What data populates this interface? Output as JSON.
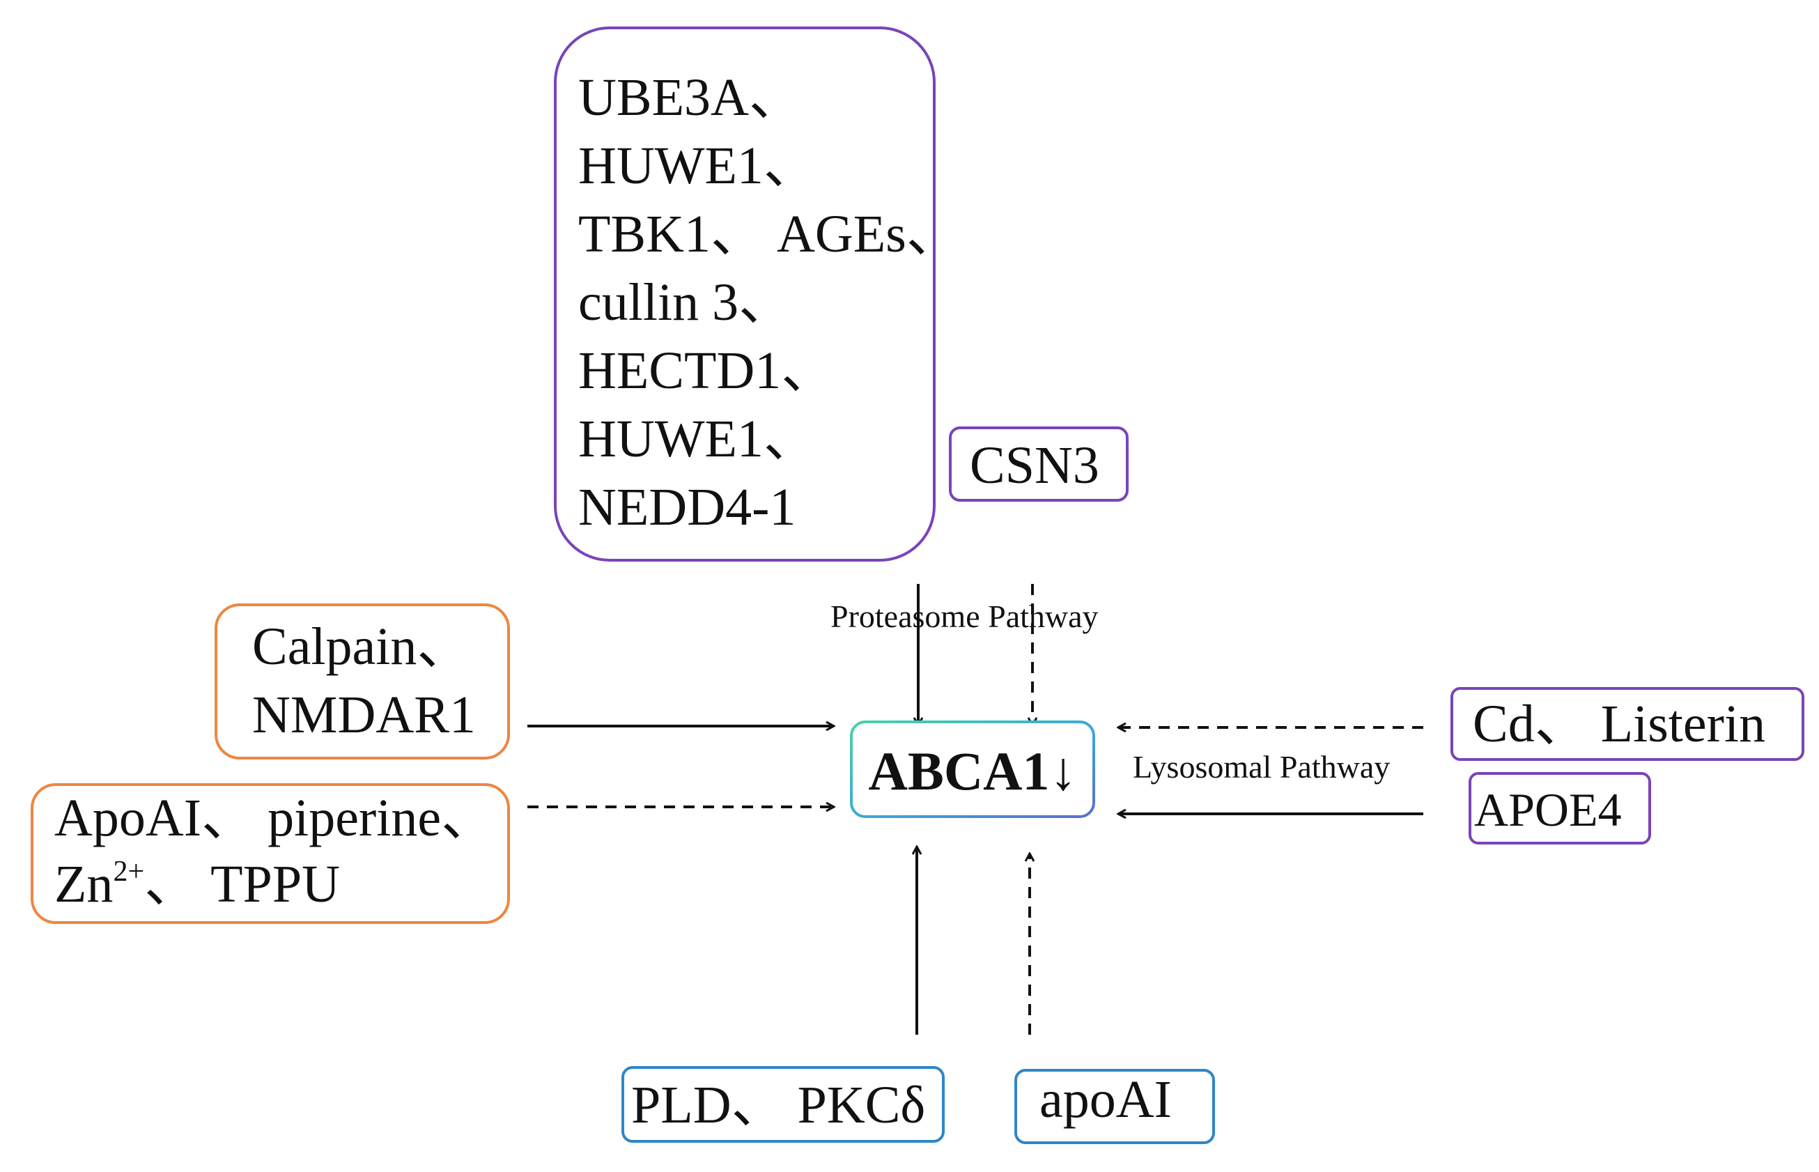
{
  "nodes": {
    "proteasome_regulators": {
      "lines": [
        "UBE3A、",
        "HUWE1、",
        "TBK1、 AGEs、",
        "cullin 3、",
        "HECTD1、",
        "HUWE1、",
        "NEDD4-1"
      ],
      "color": "#7a44b8"
    },
    "csn3": {
      "label": "CSN3",
      "color": "#7a44b8"
    },
    "calpain_box": {
      "lines": [
        "Calpain、",
        "NMDAR1"
      ],
      "color": "#ee8640"
    },
    "apoai_box": {
      "line1": "ApoAI、 piperine、",
      "line2_prefix": "Zn",
      "line2_sup": "2+",
      "line2_suffix": "、 TPPU",
      "color": "#ee8640"
    },
    "center": {
      "label": "ABCA1↓",
      "gradient": [
        "#4fd0a8",
        "#3aa7d8",
        "#5a6fd0"
      ]
    },
    "cd_listerin": {
      "label": "Cd、 Listerin",
      "color": "#7a44b8"
    },
    "apoe4": {
      "label": "APOE4",
      "color": "#7a44b8"
    },
    "pld_pkc": {
      "label": "PLD、 PKCδ",
      "color": "#2e86c8"
    },
    "apoai_bottom": {
      "label": "apoAI",
      "color": "#2e86c8"
    }
  },
  "labels": {
    "proteasome": "Proteasome Pathway",
    "lysosomal": "Lysosomal Pathway"
  },
  "arrow_color": "#111111"
}
